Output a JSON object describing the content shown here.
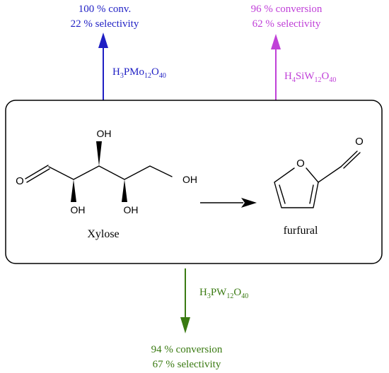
{
  "colors": {
    "blue": "#1f1fc4",
    "magenta": "#c040d8",
    "green": "#3a7a12",
    "black": "#000000"
  },
  "top_left": {
    "catalyst": {
      "pre": "H",
      "s1": "3",
      "mid1": "PMo",
      "s2": "12",
      "mid2": "O",
      "s3": "40"
    },
    "conversion": "100 % conv.",
    "selectivity": "22 % selectivity"
  },
  "top_right": {
    "catalyst": {
      "pre": "H",
      "s1": "4",
      "mid1": "SiW",
      "s2": "12",
      "mid2": "O",
      "s3": "40"
    },
    "conversion": "96 % conversion",
    "selectivity": "62 % selectivity"
  },
  "bottom": {
    "catalyst": {
      "pre": "H",
      "s1": "3",
      "mid1": "PW",
      "s2": "12",
      "mid2": "O",
      "s3": "40"
    },
    "conversion": "94 % conversion",
    "selectivity": "67 % selectivity"
  },
  "reaction": {
    "reactant_name": "Xylose",
    "product_name": "furfural",
    "atom_labels": {
      "o": "O",
      "oh": "OH"
    }
  }
}
